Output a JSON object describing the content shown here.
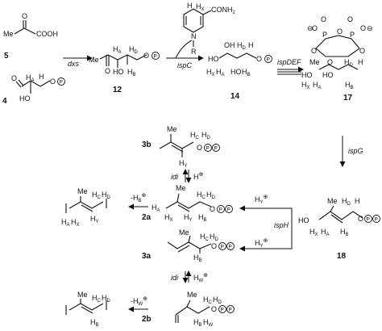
{
  "compounds": {
    "c5": "5",
    "c4": "4",
    "c12": "12",
    "c14": "14",
    "c17": "17",
    "c18": "18",
    "c3b": "3b",
    "c2a": "2a",
    "c3a": "3a",
    "c2b": "2b"
  },
  "enzymes": {
    "dxs": "dxs",
    "ispC": "ispC",
    "ispDEF": "ispDEF",
    "ispG": "ispG",
    "ispH": "ispH",
    "idi1": "idi",
    "idi2": "idi"
  },
  "labels": {
    "me": "Me",
    "cooh": "COOH",
    "o": "O",
    "ho": "HO",
    "oh": "OH",
    "h": "H",
    "r": "R",
    "n": "N",
    "conh2": "CONH",
    "sub2": "2",
    "p": "P",
    "ha": "H",
    "a": "A",
    "b": "B",
    "x": "X",
    "y": "Y",
    "d": "D",
    "w": "W",
    "minus": "-",
    "plus": "⊕",
    "ominus": "⊖"
  }
}
